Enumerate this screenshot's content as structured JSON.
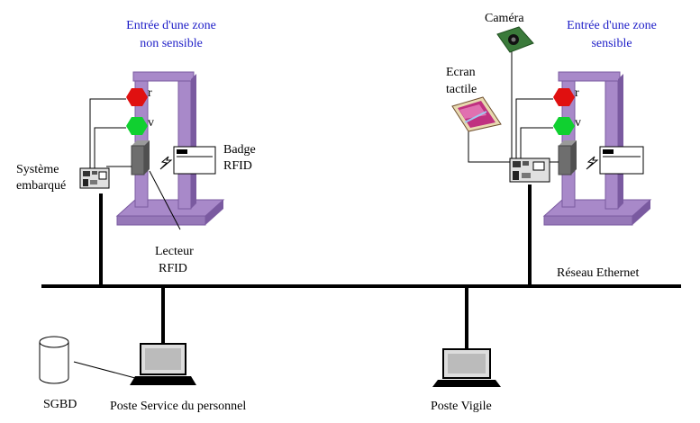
{
  "zones": {
    "left_title": [
      "Entrée d'une zone",
      "non sensible"
    ],
    "right_title": [
      "Entrée d'une zone",
      "sensible"
    ]
  },
  "labels": {
    "red_light": "r",
    "green_light": "v",
    "badge": [
      "Badge",
      "RFID"
    ],
    "embedded_system": [
      "Système",
      "embarqué"
    ],
    "reader": [
      "Lecteur",
      "RFID"
    ],
    "camera": "Caméra",
    "touch_screen": [
      "Ecran",
      "tactile"
    ],
    "network": "Réseau Ethernet",
    "dbms": "SGBD",
    "staff_station": "Poste Service du personnel",
    "guard_station": "Poste Vigile"
  },
  "colors": {
    "zone_title": "#2020c8",
    "gate": "#a889c9",
    "gate_dark": "#7a5aa0",
    "red_light": "#e01010",
    "green_light": "#10d030",
    "reader": "#707070",
    "network": "#000000"
  }
}
